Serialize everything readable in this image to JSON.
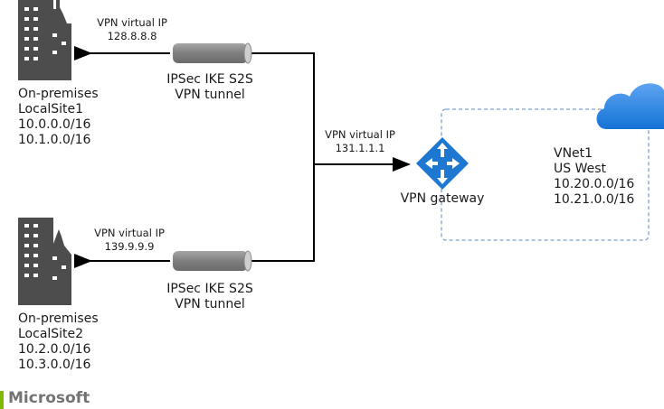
{
  "sites": [
    {
      "name": "local-site-1",
      "lines": [
        "On-premises",
        "LocalSite1",
        "10.0.0.0/16",
        "10.1.0.0/16"
      ],
      "vip_label": "VPN virtual IP",
      "vip": "128.8.8.8",
      "tunnel_lines": [
        "IPSec IKE S2S",
        "VPN tunnel"
      ]
    },
    {
      "name": "local-site-2",
      "lines": [
        "On-premises",
        "LocalSite2",
        "10.2.0.0/16",
        "10.3.0.0/16"
      ],
      "vip_label": "VPN virtual IP",
      "vip": "139.9.9.9",
      "tunnel_lines": [
        "IPSec IKE S2S",
        "VPN tunnel"
      ]
    }
  ],
  "gateway": {
    "vip_label": "VPN virtual IP",
    "vip": "131.1.1.1",
    "label": "VPN gateway"
  },
  "vnet": {
    "lines": [
      "VNet1",
      "US West",
      "10.20.0.0/16",
      "10.21.0.0/16"
    ]
  },
  "footer": {
    "brand": "Microsoft"
  },
  "colors": {
    "building": "#4d4d4d",
    "tunnel": "#7f7f7f",
    "gateway": "#1e78d2",
    "cloud": "#3b8fe6",
    "vnet_border": "#7a9fd1"
  }
}
